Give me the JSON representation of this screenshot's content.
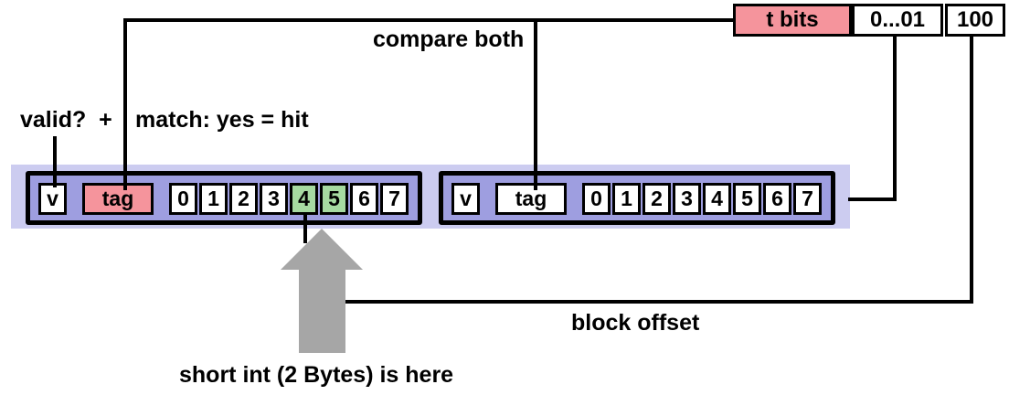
{
  "colors": {
    "pink": "#F5949C",
    "purple": "#9E9EE0",
    "lavender": "#CCCCF0",
    "green": "#A6DAA1",
    "gray": "#A6A6A6",
    "line": "#000000"
  },
  "labels": {
    "compare_both": "compare both",
    "valid_question": "valid?  +",
    "match_result": "match: yes = hit",
    "block_offset": "block offset",
    "short_int_note": "short int (2 Bytes) is here"
  },
  "address": {
    "tag_field": "t bits",
    "index_field": "0...01",
    "offset_field": "100"
  },
  "cache_sets": [
    {
      "valid_label": "v",
      "tag_label": "tag",
      "tag_highlighted": true,
      "bytes": [
        "0",
        "1",
        "2",
        "3",
        "4",
        "5",
        "6",
        "7"
      ],
      "highlighted_bytes": [
        4,
        5
      ]
    },
    {
      "valid_label": "v",
      "tag_label": "tag",
      "tag_highlighted": false,
      "bytes": [
        "0",
        "1",
        "2",
        "3",
        "4",
        "5",
        "6",
        "7"
      ],
      "highlighted_bytes": []
    }
  ]
}
